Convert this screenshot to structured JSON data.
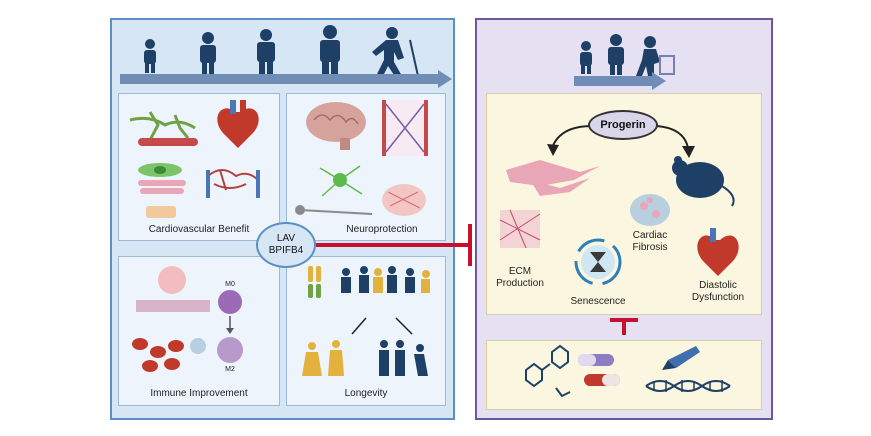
{
  "center": {
    "line1": "LAV",
    "line2": "BPIFB4"
  },
  "left_panels": {
    "cardiovascular": "Cardiovascular Benefit",
    "neuro": "Neuroprotection",
    "immune": "Immune Improvement",
    "longevity": "Longevity",
    "m0": "M0",
    "m2": "M2"
  },
  "right_panel": {
    "progerin": "Progerin",
    "ecm_1": "ECM",
    "ecm_2": "Production",
    "cardiac_1": "Cardiac",
    "cardiac_2": "Fibrosis",
    "senescence": "Senescence",
    "diastolic_1": "Diastolic",
    "diastolic_2": "Dysfunction"
  },
  "colors": {
    "left_border": "#5b8fc4",
    "right_border": "#6a5a9c",
    "inhibit_red": "#c8102e",
    "figure_navy": "#1e3f66",
    "arrow_blue": "#6f8db5"
  }
}
